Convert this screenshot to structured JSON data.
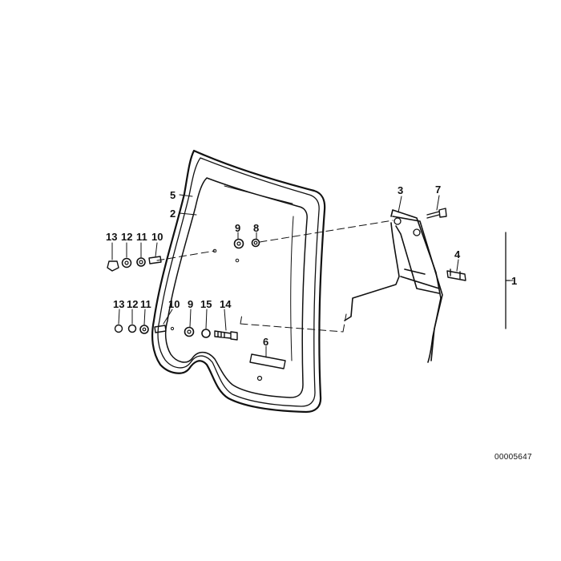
{
  "diagram": {
    "reference_number": "00005647",
    "parts": [
      {
        "id": "p1",
        "label": "1"
      },
      {
        "id": "p2",
        "label": "2"
      },
      {
        "id": "p3",
        "label": "3"
      },
      {
        "id": "p4",
        "label": "4"
      },
      {
        "id": "p5",
        "label": "5"
      },
      {
        "id": "p6",
        "label": "6"
      },
      {
        "id": "p7",
        "label": "7"
      },
      {
        "id": "p8",
        "label": "8"
      },
      {
        "id": "p9a",
        "label": "9"
      },
      {
        "id": "p10a",
        "label": "10"
      },
      {
        "id": "p11a",
        "label": "11"
      },
      {
        "id": "p12a",
        "label": "12"
      },
      {
        "id": "p13a",
        "label": "13"
      },
      {
        "id": "p9b",
        "label": "9"
      },
      {
        "id": "p10b",
        "label": "10"
      },
      {
        "id": "p11b",
        "label": "11"
      },
      {
        "id": "p12b",
        "label": "12"
      },
      {
        "id": "p13b",
        "label": "13"
      },
      {
        "id": "p14",
        "label": "14"
      },
      {
        "id": "p15",
        "label": "15"
      }
    ]
  }
}
